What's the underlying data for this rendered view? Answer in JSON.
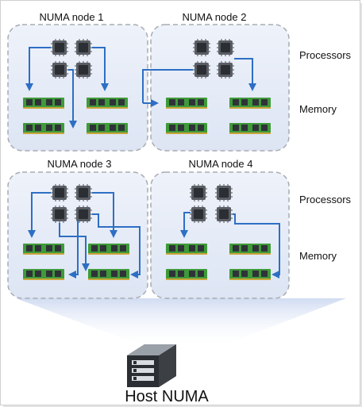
{
  "nodes": [
    {
      "label": "NUMA node 1"
    },
    {
      "label": "NUMA node 2"
    },
    {
      "label": "NUMA node 3"
    },
    {
      "label": "NUMA node 4"
    }
  ],
  "side_labels": {
    "processors_top": "Processors",
    "memory_top": "Memory",
    "processors_bottom": "Processors",
    "memory_bottom": "Memory"
  },
  "host": {
    "label": "Host NUMA",
    "icon": "server-icon"
  },
  "colors": {
    "node_fill": "#e9eef8",
    "node_border": "#a8acb2",
    "arrow": "#2d6fc4",
    "dimm": "#3f9a3a",
    "chip": "#3a3d42",
    "beam": "#d6e0f4"
  }
}
